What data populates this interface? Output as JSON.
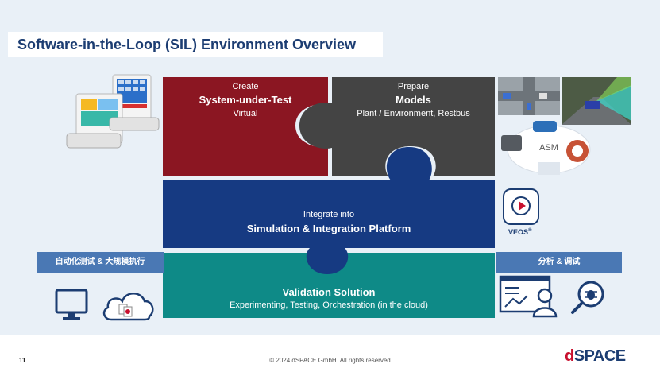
{
  "title": "Software-in-the-Loop (SIL) Environment Overview",
  "pieces": {
    "create": {
      "line1": "Create",
      "line2": "System-under-Test",
      "line3": "Virtual"
    },
    "prepare": {
      "line1": "Prepare",
      "line2": "Models",
      "line3": "Plant / Environment, Restbus"
    },
    "integrate": {
      "line1": "Integrate into",
      "line2": "Simulation & Integration Platform"
    },
    "validate": {
      "line1": "Validation Solution",
      "line2": "Experimenting, Testing, Orchestration (in the cloud)"
    }
  },
  "left_label": "自动化测试 & 大规模执行",
  "right_label": "分析 & 调试",
  "asm_label": "ASM",
  "veos_label": "VEOS",
  "veos_reg": "®",
  "footer": {
    "page": "11",
    "copyright": "© 2024 dSPACE GmbH. All rights reserved"
  },
  "logo": {
    "d": "d",
    "rest": "SPACE"
  },
  "colors": {
    "create": "#8b1622",
    "prepare": "#444444",
    "integrate": "#163a82",
    "validate": "#0e8a87",
    "label_box": "#4a78b4",
    "title": "#1c3d72"
  },
  "icons": [
    "ecu-hardware-icon",
    "scenario-images",
    "veos-icon",
    "monitor-icon",
    "cloud-icon",
    "dashboard-icon",
    "bug-search-icon"
  ]
}
